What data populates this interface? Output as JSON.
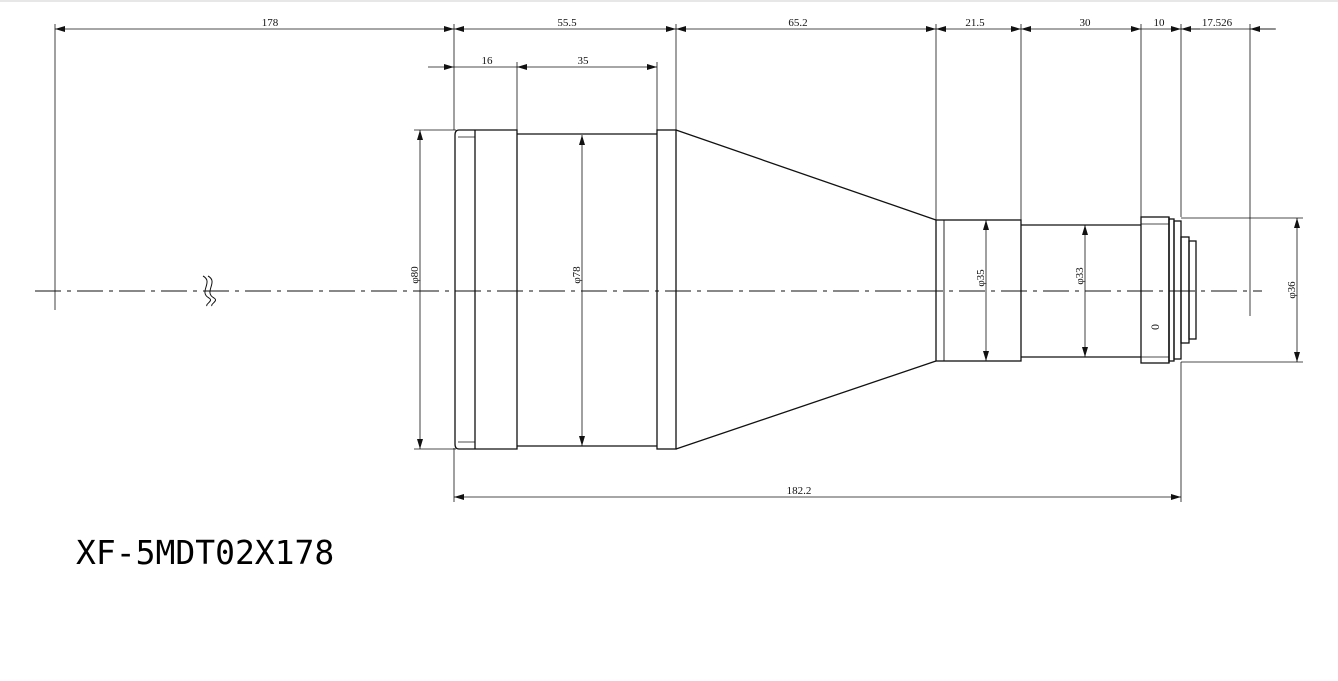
{
  "drawing": {
    "model": "XF-5MDT02X178",
    "dimensions": {
      "working_distance": "178",
      "front_section": "55.5",
      "front_ring": "16",
      "front_barrel": "35",
      "taper": "65.2",
      "rear_barrel_1": "21.5",
      "rear_barrel_2": "30",
      "mount_ring": "10",
      "flange": "17.526",
      "total_length": "182.2"
    },
    "diameters": {
      "front": "φ80",
      "front_barrel": "φ78",
      "rear_1": "φ35",
      "rear_2": "φ33",
      "mount": "φ36"
    },
    "focus_mark": "0"
  }
}
